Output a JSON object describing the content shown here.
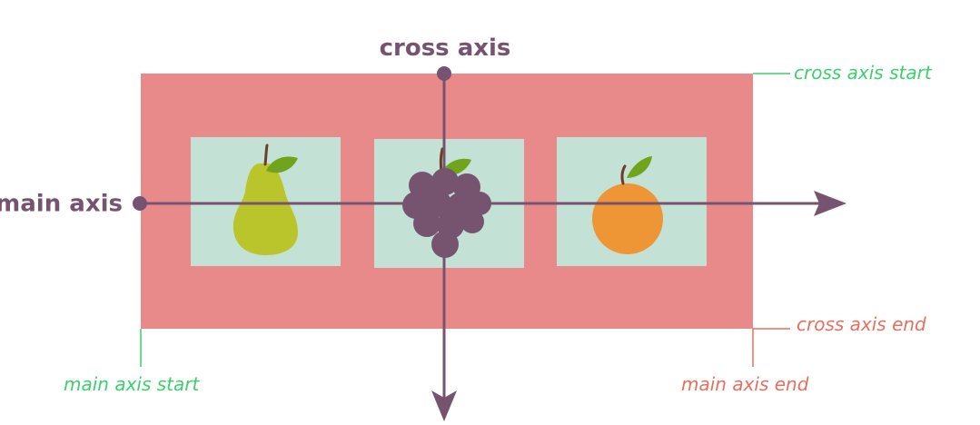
{
  "labels": {
    "cross_axis": "cross axis",
    "main_axis": "main axis",
    "cross_axis_start": "cross axis start",
    "cross_axis_end": "cross axis end",
    "main_axis_start": "main axis start",
    "main_axis_end": "main axis end"
  },
  "items": [
    {
      "fruit": "pear-icon"
    },
    {
      "fruit": "grapes-icon"
    },
    {
      "fruit": "orange-icon"
    }
  ],
  "colors": {
    "container": "#E98A8A",
    "item_box": "#C4E1D5",
    "axis": "#76546F",
    "start_label": "#3DCF6E",
    "end_label": "#E86F5F",
    "pear": "#BAC52B",
    "grape": "#76546F",
    "orange": "#EE9535",
    "leaf": "#71A41D",
    "stem": "#6B3F25"
  }
}
